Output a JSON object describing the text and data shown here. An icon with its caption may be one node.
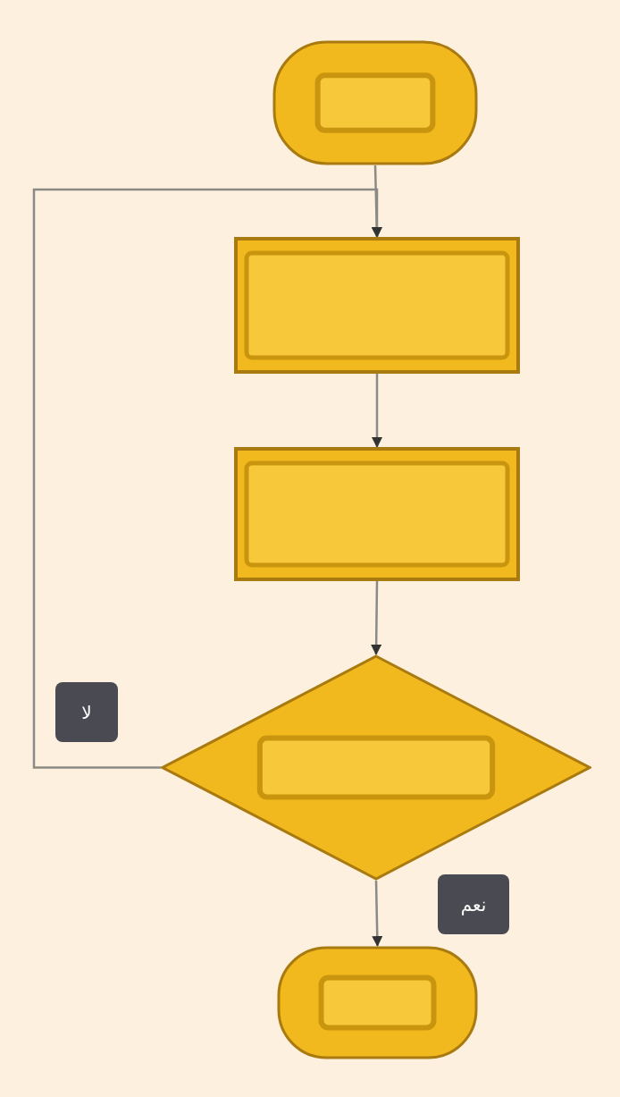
{
  "diagram": {
    "nodes": [
      {
        "text": [],
        "shape": "terminal"
      },
      {
        "text": [],
        "shape": "box"
      },
      {
        "text": [],
        "shape": "box"
      },
      {
        "text": [],
        "shape": "diamond"
      },
      {
        "text": [],
        "shape": "terminal"
      }
    ],
    "edges": [
      {
        "from": 0,
        "to": 1,
        "arrow": "to"
      },
      {
        "from": 1,
        "to": 2,
        "arrow": "to"
      },
      {
        "from": 2,
        "to": 3,
        "arrow": "to"
      },
      {
        "from": 3,
        "to": 1,
        "arrow": "to",
        "label": "لا"
      },
      {
        "from": 3,
        "to": 4,
        "arrow": "to",
        "label": "نعم"
      }
    ]
  }
}
